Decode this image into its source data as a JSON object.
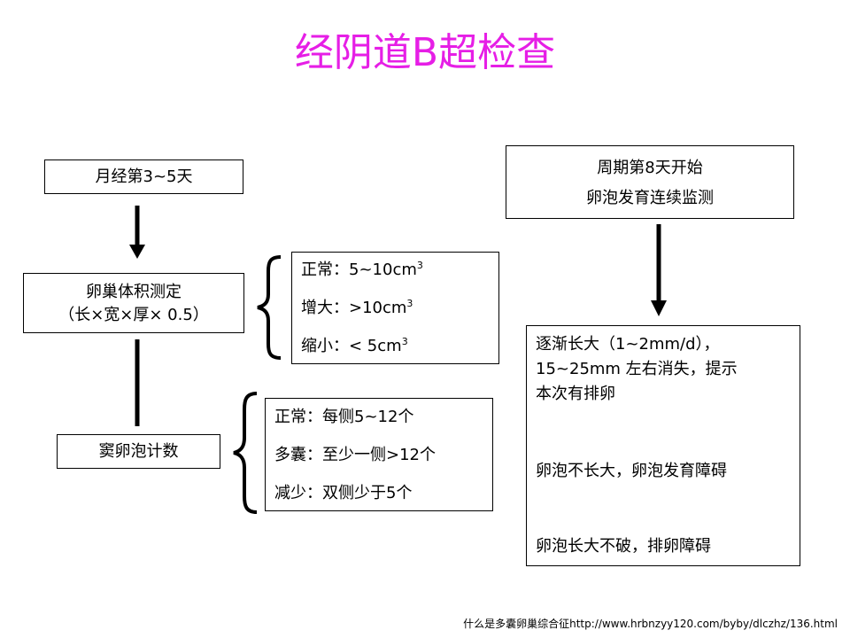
{
  "title": "经阴道B超检查",
  "left": {
    "menstrual_day": "月经第3~5天",
    "ovary_volume": [
      "卵巢体积测定",
      "（长×宽×厚× 0.5）"
    ],
    "antral_count": "窦卵泡计数"
  },
  "volume_results": [
    {
      "label": "正常：5~10cm",
      "sup": "3"
    },
    {
      "label": "增大：>10cm",
      "sup": "3"
    },
    {
      "label": "缩小：< 5cm",
      "sup": "3"
    }
  ],
  "follicle_results": [
    "正常：每侧5~12个",
    "多囊：至少一侧>12个",
    "减少：双侧少于5个"
  ],
  "right": {
    "cycle_box": [
      "周期第8天开始",
      "卵泡发育连续监测"
    ],
    "monitor_results": [
      [
        "逐渐长大（1~2mm/d），",
        "15~25mm 左右消失，提示",
        "本次有排卵"
      ],
      [
        "卵泡不长大，卵泡发育障碍"
      ],
      [
        "卵泡长大不破，排卵障碍"
      ]
    ]
  },
  "footer": "什么是多囊卵巢综合征http://www.hrbnzyy120.com/byby/dlczhz/136.html",
  "colors": {
    "title": "#e61ee6",
    "lines": "#000000"
  }
}
